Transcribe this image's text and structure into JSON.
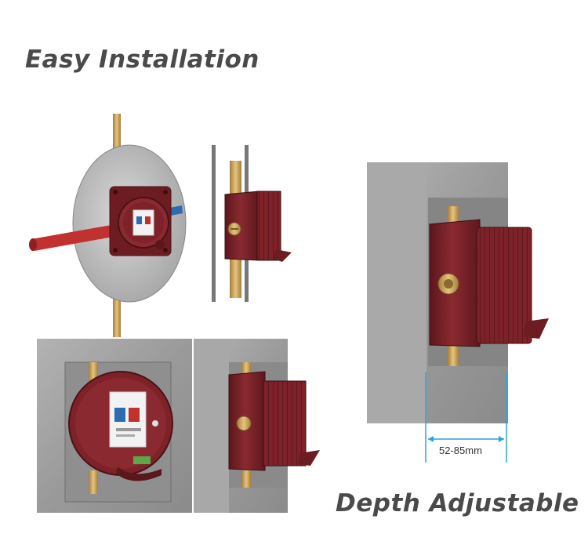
{
  "headings": {
    "top": "Easy Installation",
    "bottom": "Depth Adjustable"
  },
  "dimension": {
    "label": "52-85mm"
  },
  "icons": [
    "mounting-plate-assembly-illustration",
    "side-profile-illustration",
    "wall-installed-front-illustration",
    "wall-installed-side-illustration",
    "depth-dimension-illustration"
  ],
  "colors": {
    "body": "#7d2228",
    "body_dark": "#5b171c",
    "brass": "#c9a15b",
    "concrete": "#9e9e9e",
    "dimension_line": "#2aa6d6",
    "hot_pipe": "#c0312f",
    "cold_pipe": "#2b6cb0"
  }
}
